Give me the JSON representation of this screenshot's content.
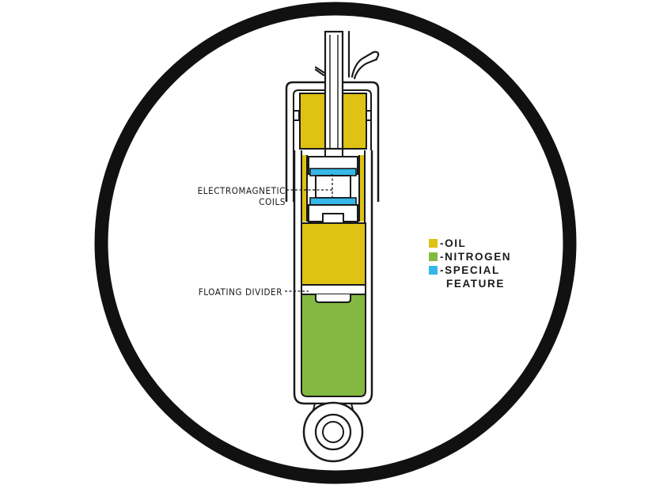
{
  "callouts": {
    "coils_line1": "ELECTROMAGNETIC",
    "coils_line2": "COILS",
    "floating_divider": "FLOATING DIVIDER"
  },
  "legend": {
    "items": [
      {
        "label": "-OIL",
        "color": "#dec214"
      },
      {
        "label": "-NITROGEN",
        "color": "#84b941"
      },
      {
        "label": "-SPECIAL",
        "label_cont": "FEATURE",
        "color": "#35b7e8"
      }
    ]
  },
  "colors": {
    "oil": "#dec214",
    "nitrogen": "#84b941",
    "special_feature": "#35b7e8",
    "outline": "#1a1a1a",
    "background": "#ffffff"
  }
}
